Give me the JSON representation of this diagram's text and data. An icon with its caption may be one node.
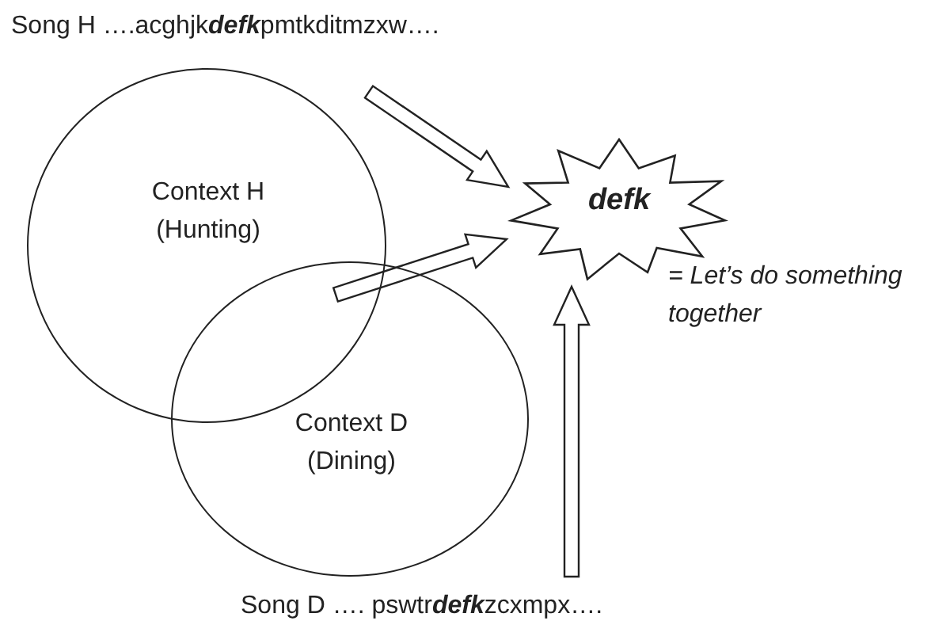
{
  "diagram": {
    "nodes": [
      {
        "text": [
          "Song H ….acghjk**defk**pmtkditmzxw…."
        ]
      },
      {
        "text": [
          "Context H (Hunting)"
        ]
      },
      {
        "text": [
          "Context D (Dining)"
        ]
      },
      {
        "text": [
          "defk"
        ],
        "beside": [
          "= Let’s do something together"
        ]
      },
      {
        "text": [
          "Song D …. pswtr**defk**zcxmpx…."
        ]
      }
    ],
    "edges": [
      {
        "from": 0,
        "to": 3,
        "arrow": "to"
      },
      {
        "from": null,
        "to": 3,
        "arrow": "to"
      },
      {
        "from": 4,
        "to": 3,
        "arrow": "to"
      }
    ]
  }
}
